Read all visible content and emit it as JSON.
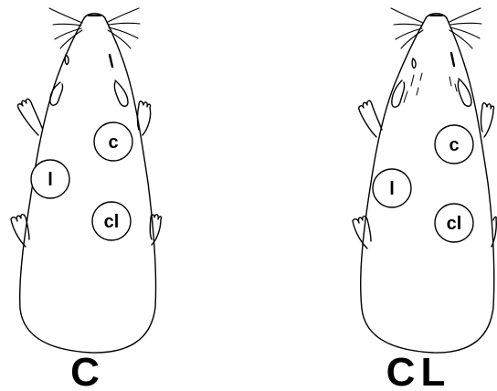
{
  "panels": [
    {
      "label": "C",
      "markers": [
        {
          "id": "c",
          "text": "c"
        },
        {
          "id": "l",
          "text": "l"
        },
        {
          "id": "cl",
          "text": "cl"
        }
      ]
    },
    {
      "label": "CL",
      "markers": [
        {
          "id": "c",
          "text": "c"
        },
        {
          "id": "l",
          "text": "l"
        },
        {
          "id": "cl",
          "text": "cl"
        }
      ]
    }
  ],
  "colors": {
    "line": "#000000",
    "background": "#ffffff"
  }
}
